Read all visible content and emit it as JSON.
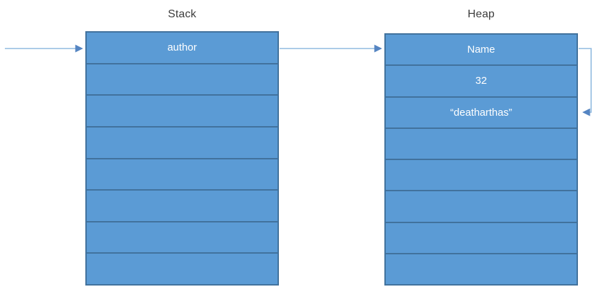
{
  "diagram": {
    "stack": {
      "title": "Stack",
      "rows": [
        "author",
        "",
        "",
        "",
        "",
        "",
        "",
        ""
      ]
    },
    "heap": {
      "title": "Heap",
      "rows": [
        "Name",
        "32",
        "“deatharthas”",
        "",
        "",
        "",
        "",
        ""
      ]
    },
    "connectors": [
      {
        "name": "external-pointer-to-stack-author",
        "from": "left-edge",
        "to": "stack-row-author"
      },
      {
        "name": "stack-author-to-heap-name",
        "from": "stack-row-author",
        "to": "heap-row-name"
      },
      {
        "name": "heap-name-to-heap-string-loop",
        "from": "heap-row-name",
        "to": "heap-row-deatharthas"
      }
    ],
    "colors": {
      "cell_fill": "#5B9BD5",
      "cell_border": "#41719C",
      "cell_text": "#FFFFFF",
      "title_text": "#3B3B3B",
      "connector_line": "#8FBADF",
      "connector_arrowhead": "#5585C2",
      "background": "#FFFFFF"
    }
  }
}
